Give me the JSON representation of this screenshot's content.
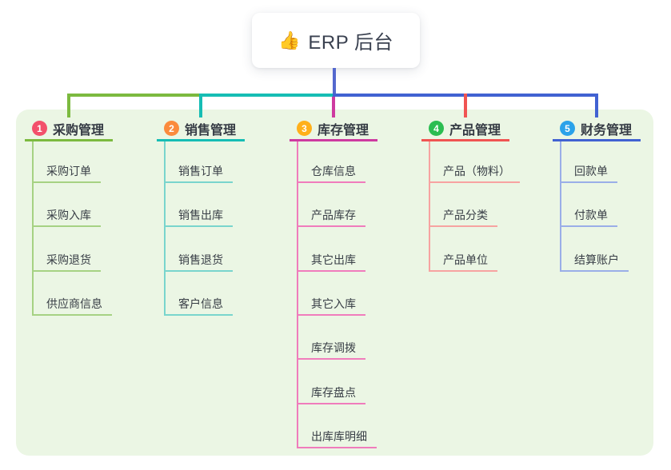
{
  "root": {
    "icon": "👍",
    "label": "ERP 后台"
  },
  "branches": [
    {
      "index": "1",
      "title": "采购管理",
      "badge_color": "#f3506b",
      "line_color": "#7cba3f",
      "light_color": "#a6d283",
      "children": [
        "采购订单",
        "采购入库",
        "采购退货",
        "供应商信息"
      ]
    },
    {
      "index": "2",
      "title": "销售管理",
      "badge_color": "#fb8b3d",
      "line_color": "#16bdb4",
      "light_color": "#79d5cd",
      "children": [
        "销售订单",
        "销售出库",
        "销售退货",
        "客户信息"
      ]
    },
    {
      "index": "3",
      "title": "库存管理",
      "badge_color": "#ffb01a",
      "line_color": "#ce3aa0",
      "light_color": "#f07cbc",
      "children": [
        "仓库信息",
        "产品库存",
        "其它出库",
        "其它入库",
        "库存调拨",
        "库存盘点",
        "出库库明细"
      ]
    },
    {
      "index": "4",
      "title": "产品管理",
      "badge_color": "#2bbd51",
      "line_color": "#f05452",
      "light_color": "#f7a3a1",
      "children": [
        "产品（物料）",
        "产品分类",
        "产品单位"
      ]
    },
    {
      "index": "5",
      "title": "财务管理",
      "badge_color": "#2aa2ea",
      "line_color": "#4162d2",
      "light_color": "#9aaee8",
      "children": [
        "回款单",
        "付款单",
        "结算账户"
      ]
    }
  ],
  "colors": {
    "panel_bg": "#ebf6e4",
    "root_line": "#5468ce",
    "title_text": "#353b44",
    "child_text": "#383e46"
  }
}
